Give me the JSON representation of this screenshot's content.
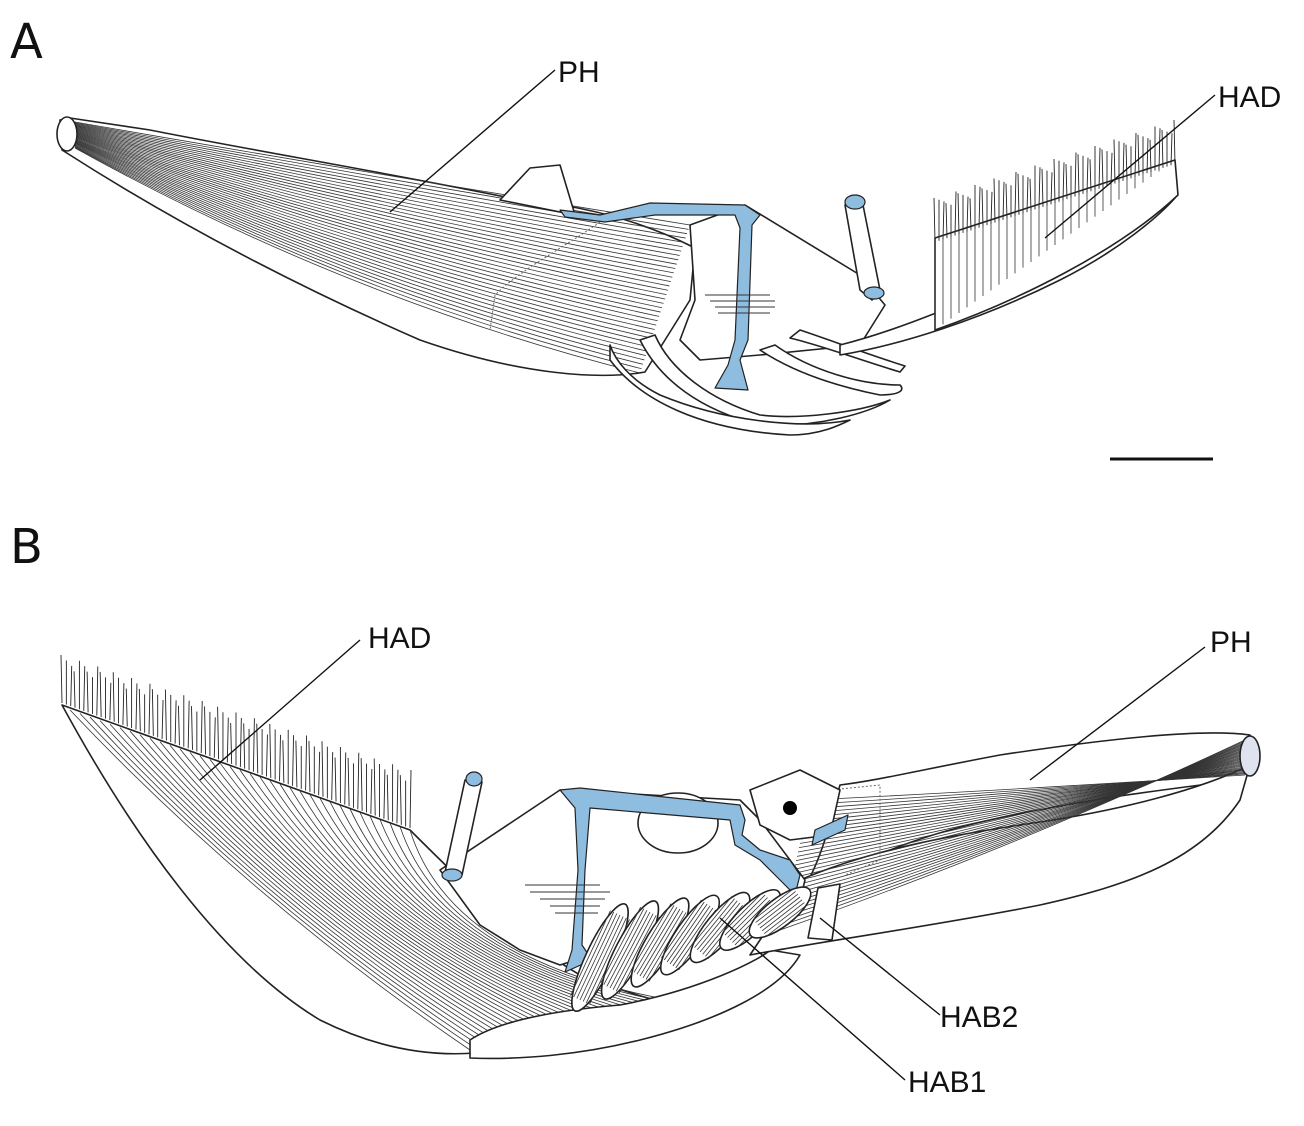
{
  "panels": [
    {
      "letter": "A",
      "labels": {
        "ph": "PH",
        "had": "HAD"
      }
    },
    {
      "letter": "B",
      "labels": {
        "had": "HAD",
        "ph": "PH",
        "hab2": "HAB2",
        "hab1": "HAB1"
      }
    }
  ],
  "colors": {
    "cartilage": "#8fbde0",
    "ink": "#222222",
    "background": "#ffffff"
  },
  "scale_bar": {
    "shown": true
  }
}
